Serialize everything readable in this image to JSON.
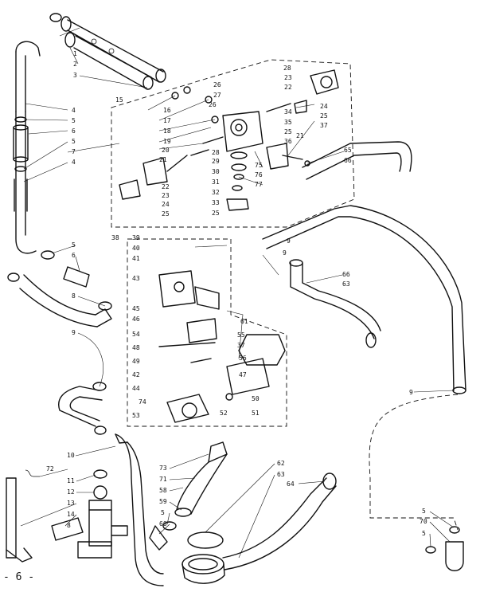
{
  "page_number": "- 6 -",
  "callouts": [
    {
      "id": "c1",
      "text": "1"
    },
    {
      "id": "c2",
      "text": "2"
    },
    {
      "id": "c3",
      "text": "3"
    },
    {
      "id": "c4a",
      "text": "4"
    },
    {
      "id": "c5a",
      "text": "5"
    },
    {
      "id": "c6a",
      "text": "6"
    },
    {
      "id": "c5b",
      "text": "5"
    },
    {
      "id": "c7",
      "text": "7"
    },
    {
      "id": "c4b",
      "text": "4"
    },
    {
      "id": "c15",
      "text": "15"
    },
    {
      "id": "c16",
      "text": "16"
    },
    {
      "id": "c17",
      "text": "17"
    },
    {
      "id": "c18",
      "text": "18"
    },
    {
      "id": "c19",
      "text": "19"
    },
    {
      "id": "c20",
      "text": "20"
    },
    {
      "id": "c21",
      "text": "21"
    },
    {
      "id": "c22a",
      "text": "22"
    },
    {
      "id": "c23a",
      "text": "23"
    },
    {
      "id": "c24a",
      "text": "24"
    },
    {
      "id": "c25a",
      "text": "25"
    },
    {
      "id": "c26a",
      "text": "26"
    },
    {
      "id": "c27",
      "text": "27"
    },
    {
      "id": "c28a",
      "text": "28"
    },
    {
      "id": "c26b",
      "text": "26"
    },
    {
      "id": "c29",
      "text": "29"
    },
    {
      "id": "c30",
      "text": "30"
    },
    {
      "id": "c31",
      "text": "31"
    },
    {
      "id": "c32",
      "text": "32"
    },
    {
      "id": "c33",
      "text": "33"
    },
    {
      "id": "c25b",
      "text": "25"
    },
    {
      "id": "c28b",
      "text": "28"
    },
    {
      "id": "c23b",
      "text": "23"
    },
    {
      "id": "c22b",
      "text": "22"
    },
    {
      "id": "c34",
      "text": "34"
    },
    {
      "id": "c35",
      "text": "35"
    },
    {
      "id": "c25c",
      "text": "25"
    },
    {
      "id": "c36",
      "text": "36"
    },
    {
      "id": "c24b",
      "text": "24"
    },
    {
      "id": "c25d",
      "text": "25"
    },
    {
      "id": "c37a",
      "text": "37"
    },
    {
      "id": "c21b",
      "text": "21"
    },
    {
      "id": "c75",
      "text": "75"
    },
    {
      "id": "c76",
      "text": "76"
    },
    {
      "id": "c77",
      "text": "77"
    },
    {
      "id": "c65",
      "text": "65"
    },
    {
      "id": "c66a",
      "text": "66"
    },
    {
      "id": "c38",
      "text": "38"
    },
    {
      "id": "c39",
      "text": "39"
    },
    {
      "id": "c40",
      "text": "40"
    },
    {
      "id": "c41",
      "text": "41"
    },
    {
      "id": "c43",
      "text": "43"
    },
    {
      "id": "c45",
      "text": "45"
    },
    {
      "id": "c46",
      "text": "46"
    },
    {
      "id": "c54",
      "text": "54"
    },
    {
      "id": "c48",
      "text": "48"
    },
    {
      "id": "c49",
      "text": "49"
    },
    {
      "id": "c42",
      "text": "42"
    },
    {
      "id": "c44",
      "text": "44"
    },
    {
      "id": "c74",
      "text": "74"
    },
    {
      "id": "c53",
      "text": "53"
    },
    {
      "id": "c52",
      "text": "52"
    },
    {
      "id": "c51",
      "text": "51"
    },
    {
      "id": "c50",
      "text": "50"
    },
    {
      "id": "c47",
      "text": "47"
    },
    {
      "id": "c56",
      "text": "56"
    },
    {
      "id": "c37b",
      "text": "37"
    },
    {
      "id": "c55",
      "text": "55"
    },
    {
      "id": "c61",
      "text": "61"
    },
    {
      "id": "c9a",
      "text": "9"
    },
    {
      "id": "c66b",
      "text": "66"
    },
    {
      "id": "c63",
      "text": "63"
    },
    {
      "id": "c9b",
      "text": "9"
    },
    {
      "id": "c5c",
      "text": "5"
    },
    {
      "id": "c6b",
      "text": "6"
    },
    {
      "id": "c8a",
      "text": "8"
    },
    {
      "id": "c9c",
      "text": "9"
    },
    {
      "id": "c10",
      "text": "10"
    },
    {
      "id": "c72",
      "text": "72"
    },
    {
      "id": "c11",
      "text": "11"
    },
    {
      "id": "c12",
      "text": "12"
    },
    {
      "id": "c13",
      "text": "13"
    },
    {
      "id": "c14",
      "text": "14"
    },
    {
      "id": "c8b",
      "text": "8"
    },
    {
      "id": "c73",
      "text": "73"
    },
    {
      "id": "c71",
      "text": "71"
    },
    {
      "id": "c58",
      "text": "58"
    },
    {
      "id": "c59",
      "text": "59"
    },
    {
      "id": "c5d",
      "text": "5"
    },
    {
      "id": "c60",
      "text": "60"
    },
    {
      "id": "c62",
      "text": "62"
    },
    {
      "id": "c63b",
      "text": "63"
    },
    {
      "id": "c64",
      "text": "64"
    },
    {
      "id": "c5e",
      "text": "5"
    },
    {
      "id": "c70",
      "text": "70"
    },
    {
      "id": "c5f",
      "text": "5"
    },
    {
      "id": "c9d",
      "text": "9"
    }
  ]
}
